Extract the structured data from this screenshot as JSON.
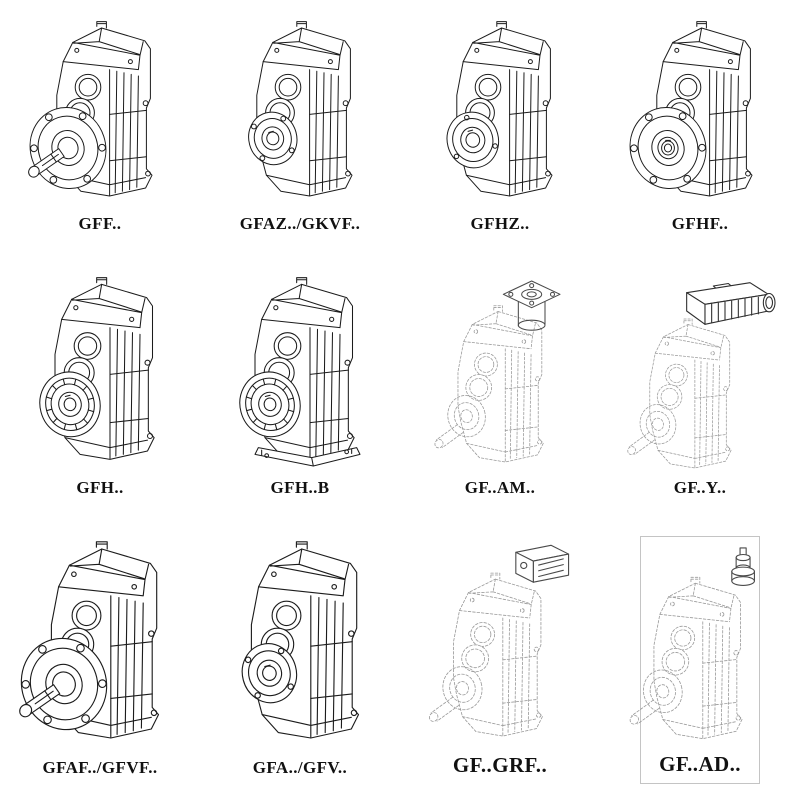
{
  "colors": {
    "background": "#ffffff",
    "line_solid": "#1c1c1c",
    "line_ghost": "#9a9a9a"
  },
  "cells": [
    {
      "label": "GFF..",
      "figure": "flange-mounted-gearbox-solid-shaft"
    },
    {
      "label": "GFAZ../GKVF..",
      "figure": "small-flange-hollow-shaft-gearbox"
    },
    {
      "label": "GFHZ..",
      "figure": "hollow-shaft-gearbox"
    },
    {
      "label": "GFHF..",
      "figure": "flange-mounted-hollow-shaft-gearbox"
    },
    {
      "label": "GFH..",
      "figure": "hollow-shaft-gearbox-bearing-boss"
    },
    {
      "label": "GFH..B",
      "figure": "hollow-shaft-gearbox-foot-mounted"
    },
    {
      "label": "GF..AM..",
      "figure": "gearbox-outline-with-iec-adapter-flange"
    },
    {
      "label": "GF..Y..",
      "figure": "gearbox-outline-with-mounted-motor"
    },
    {
      "label": "GFAF../GFVF..",
      "figure": "flange-mounted-gearbox-solid-shaft"
    },
    {
      "label": "GFA../GFV..",
      "figure": "small-flange-hollow-shaft-gearbox"
    },
    {
      "label": "GF..GRF..",
      "figure": "gearbox-outline-with-adapter-housing"
    },
    {
      "label": "GF..AD..",
      "figure": "gearbox-outline-with-input-shaft-adapter"
    }
  ]
}
